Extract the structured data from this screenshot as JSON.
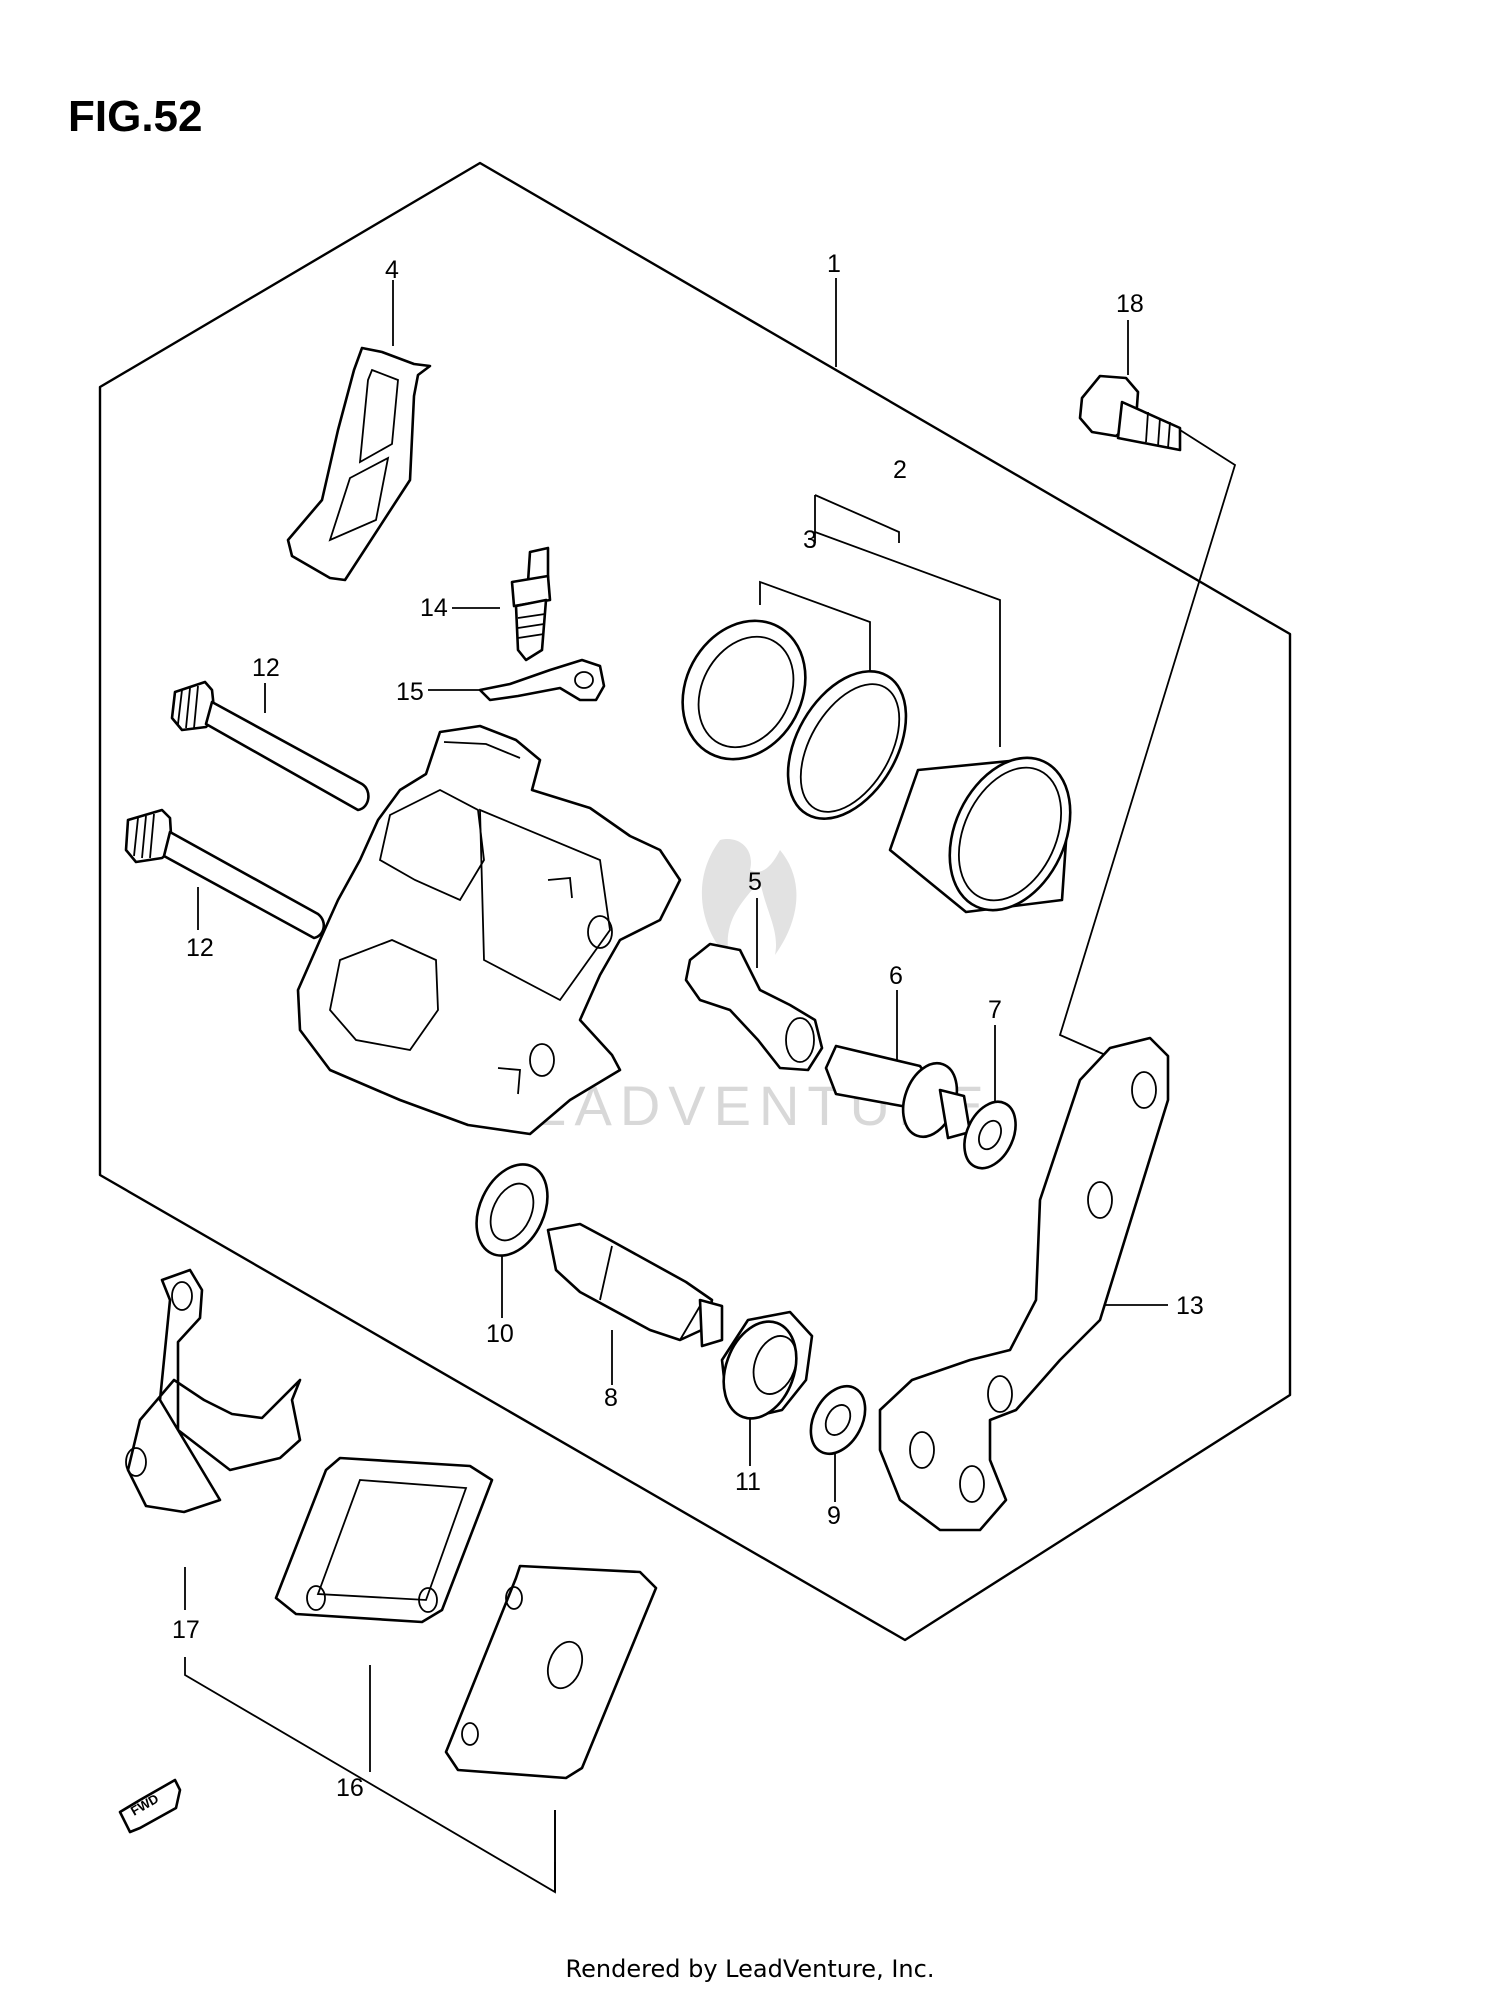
{
  "figure": {
    "title": "FIG.52"
  },
  "footer": {
    "credit": "Rendered by LeadVenture, Inc."
  },
  "watermark": {
    "text": "LEADVENTURE"
  },
  "direction_arrow": {
    "text": "FWD"
  },
  "callouts": {
    "c1": "1",
    "c2": "2",
    "c3": "3",
    "c4": "4",
    "c5": "5",
    "c6": "6",
    "c7": "7",
    "c8": "8",
    "c9": "9",
    "c10": "10",
    "c11": "11",
    "c12a": "12",
    "c12b": "12",
    "c13": "13",
    "c14": "14",
    "c15": "15",
    "c16": "16",
    "c17": "17",
    "c18": "18"
  }
}
